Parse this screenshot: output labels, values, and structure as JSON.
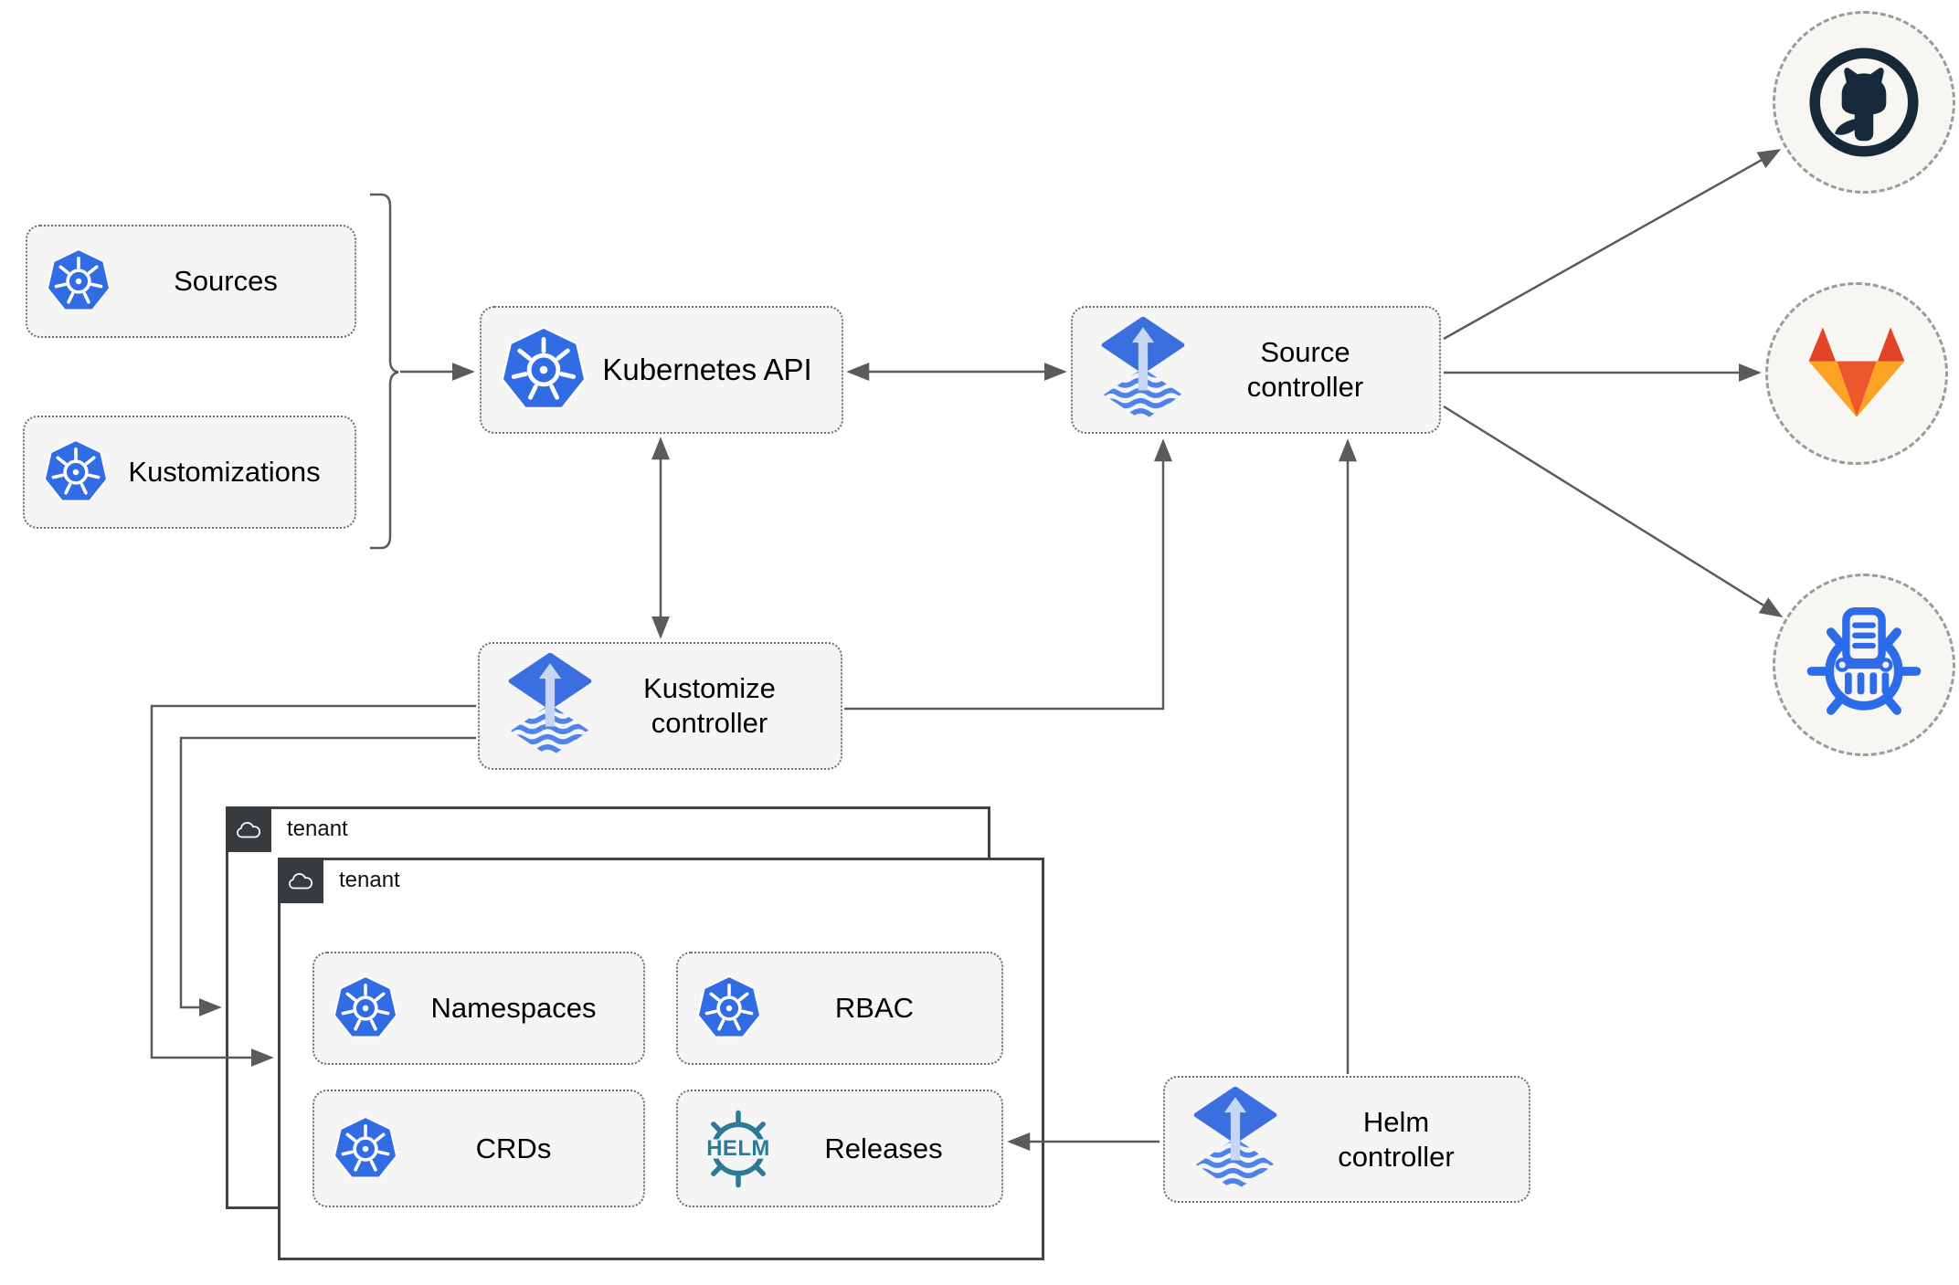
{
  "nodes": {
    "sources": {
      "label": "Sources",
      "icon": "kubernetes-icon"
    },
    "kustomizations": {
      "label": "Kustomizations",
      "icon": "kubernetes-icon"
    },
    "kubernetes_api": {
      "label": "Kubernetes API",
      "icon": "kubernetes-icon"
    },
    "source_controller": {
      "label_line1": "Source",
      "label_line2": "controller",
      "icon": "flux-icon"
    },
    "kustomize_controller": {
      "label_line1": "Kustomize",
      "label_line2": "controller",
      "icon": "flux-icon"
    },
    "helm_controller": {
      "label_line1": "Helm",
      "label_line2": "controller",
      "icon": "flux-icon"
    },
    "namespaces": {
      "label": "Namespaces",
      "icon": "kubernetes-icon"
    },
    "rbac": {
      "label": "RBAC",
      "icon": "kubernetes-icon"
    },
    "crds": {
      "label": "CRDs",
      "icon": "kubernetes-icon"
    },
    "releases": {
      "label": "Releases",
      "icon": "helm-icon",
      "icon_text": "HELM"
    }
  },
  "tenant_boxes": {
    "back": {
      "label": "tenant",
      "icon": "cloud-icon"
    },
    "front": {
      "label": "tenant",
      "icon": "cloud-icon"
    }
  },
  "external_endpoints": {
    "github": {
      "icon": "github-icon"
    },
    "gitlab": {
      "icon": "gitlab-icon"
    },
    "helm_repository": {
      "icon": "chartmuseum-icon"
    }
  },
  "connections": [
    {
      "from": "sources+kustomizations",
      "to": "kubernetes_api",
      "style": "arrow"
    },
    {
      "from": "kubernetes_api",
      "to": "source_controller",
      "style": "double-arrow"
    },
    {
      "from": "kubernetes_api",
      "to": "kustomize_controller",
      "style": "double-arrow"
    },
    {
      "from": "kustomize_controller",
      "to": "source_controller",
      "style": "arrow"
    },
    {
      "from": "kustomize_controller",
      "to": "tenant_back",
      "style": "arrow"
    },
    {
      "from": "kustomize_controller",
      "to": "tenant_front",
      "style": "arrow"
    },
    {
      "from": "helm_controller",
      "to": "source_controller",
      "style": "arrow"
    },
    {
      "from": "helm_controller",
      "to": "releases",
      "style": "arrow"
    },
    {
      "from": "source_controller",
      "to": "github",
      "style": "arrow"
    },
    {
      "from": "source_controller",
      "to": "gitlab",
      "style": "arrow"
    },
    {
      "from": "source_controller",
      "to": "helm_repository",
      "style": "arrow"
    }
  ],
  "colors": {
    "kubernetes_blue": "#326ce5",
    "flux_blue": "#3b6fe0",
    "flux_arrow_light": "#c7d6f4",
    "helm_teal": "#2b7b96",
    "github_dark": "#16293b",
    "gitlab_red": "#e24329",
    "gitlab_orange": "#ec572c",
    "gitlab_amber": "#fca326",
    "chartmuseum_blue": "#2d6ce8",
    "connector_gray": "#5b5b5b",
    "node_fill": "#f5f5f5",
    "node_border": "#6e6e6e",
    "tenant_border": "#3f4346",
    "tenant_header_bg": "#383b3e",
    "external_circle_fill": "#f7f6f3"
  }
}
